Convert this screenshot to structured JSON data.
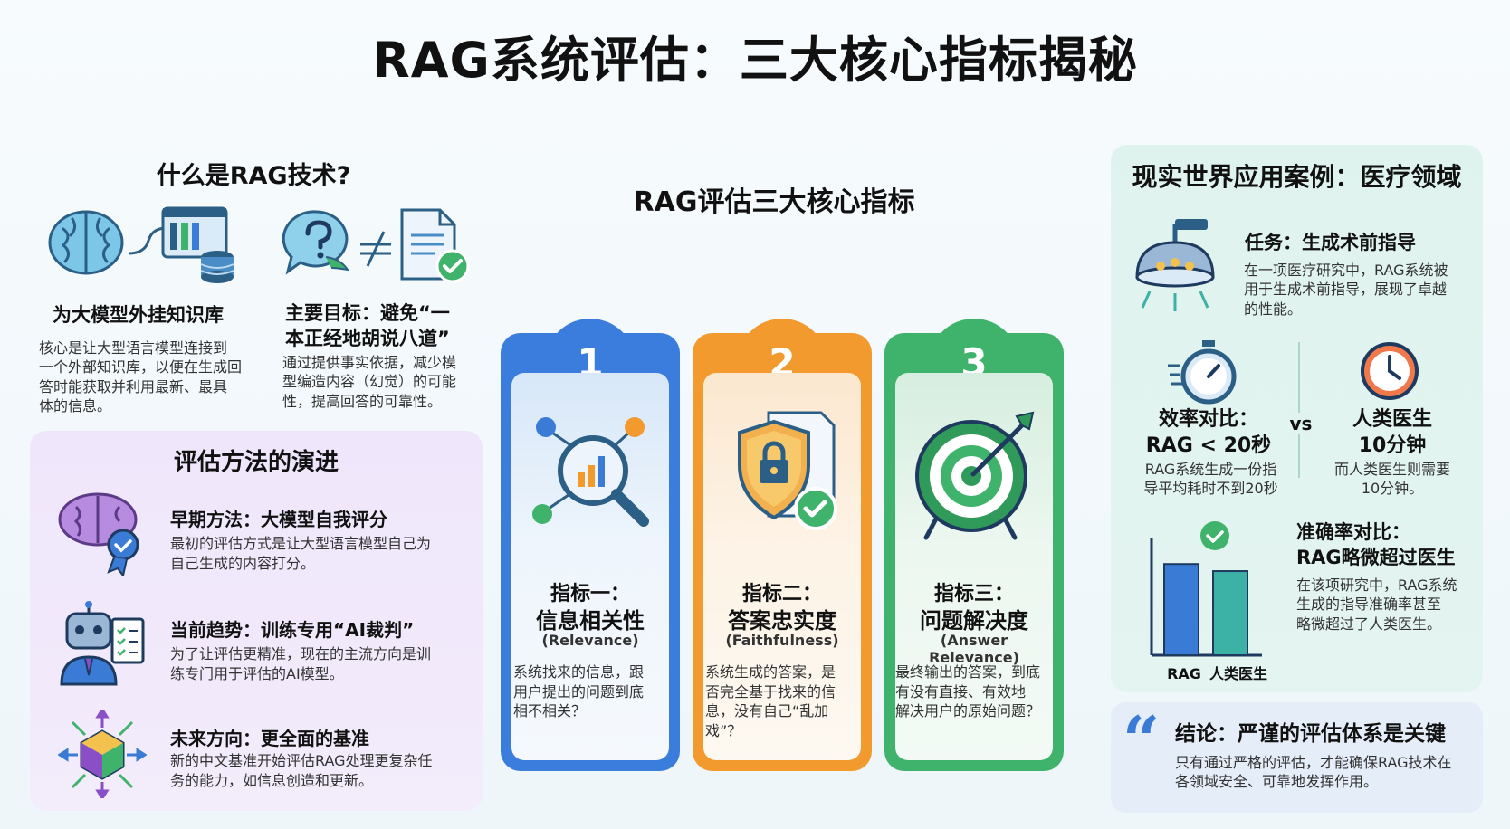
{
  "title": "RAG系统评估：三大核心指标揭秘",
  "what_is_rag": {
    "title": "什么是RAG技术?",
    "knowledge": {
      "heading": "为大模型外挂知识库",
      "body": [
        "核心是让大型语言模型连接到",
        "一个外部知识库，以便在生成回",
        "答时能获取并利用最新、最具",
        "体的信息。"
      ]
    },
    "goal": {
      "heading": [
        "主要目标：避免“一",
        "本正经地胡说八道”"
      ],
      "body": [
        "通过提供事实依据，减少模",
        "型编造内容（幻觉）的可能",
        "性，提高回答的可靠性。"
      ]
    }
  },
  "evolution": {
    "title": "评估方法的演进",
    "items": [
      {
        "heading": "早期方法：大模型自我评分",
        "body": [
          "最初的评估方式是让大型语言模型自己为",
          "自己生成的内容打分。"
        ]
      },
      {
        "heading": "当前趋势：训练专用“AI裁判”",
        "body": [
          "为了让评估更精准，现在的主流方向是训",
          "练专门用于评估的AI模型。"
        ]
      },
      {
        "heading": "未来方向：更全面的基准",
        "body": [
          "新的中文基准开始评估RAG处理更复杂任",
          "务的能力，如信息创造和更新。"
        ]
      }
    ]
  },
  "metrics": {
    "title": "RAG评估三大核心指标",
    "cards": [
      {
        "num": "1",
        "color": "#3b7ddd",
        "light": "#dbe9f8",
        "h1": "指标一：",
        "h2": "信息相关性",
        "en": "(Relevance)",
        "body": [
          "系统找来的信息，跟",
          "用户提出的问题到底",
          "相不相关？"
        ]
      },
      {
        "num": "2",
        "color": "#f29a2e",
        "light": "#fcebd5",
        "h1": "指标二：",
        "h2": "答案忠实度",
        "en": "(Faithfulness)",
        "body": [
          "系统生成的答案，是",
          "否完全基于找来的信",
          "息，没有自己“乱加",
          "戏”？"
        ]
      },
      {
        "num": "3",
        "color": "#3fb36b",
        "light": "#dcf1e4",
        "h1": "指标三：",
        "h2": "问题解决度",
        "en": "(Answer Relevance)",
        "body": [
          "最终输出的答案，到底",
          "有没有直接、有效地",
          "解决用户的原始问题？"
        ]
      }
    ]
  },
  "case": {
    "title": "现实世界应用案例：医疗领域",
    "task": {
      "heading": "任务：生成术前指导",
      "body": [
        "在一项医疗研究中，RAG系统被",
        "用于生成术前指导，展现了卓越",
        "的性能。"
      ]
    },
    "efficiency": {
      "left_h": [
        "效率对比：",
        "RAG < 20秒"
      ],
      "left_b": [
        "RAG系统生成一份指",
        "导平均耗时不到20秒"
      ],
      "vs": "vs",
      "right_h": [
        "人类医生",
        "10分钟"
      ],
      "right_b": [
        "而人类医生则需要",
        "10分钟。"
      ]
    },
    "accuracy": {
      "heading": [
        "准确率对比：",
        "RAG略微超过医生"
      ],
      "body": [
        "在该项研究中，RAG系统",
        "生成的指导准确率甚至",
        "略微超过了人类医生。"
      ],
      "bar_labels": [
        "RAG",
        "人类医生"
      ],
      "bar_values": [
        0.9,
        0.83
      ]
    },
    "colors": {
      "rag_bar": "#3a7bd5",
      "doctor_bar": "#3cb1a6"
    }
  },
  "conclusion": {
    "quote": "“",
    "heading": "结论：严谨的评估体系是关键",
    "body": [
      "只有通过严格的评估，才能确保RAG技术在",
      "各领域安全、可靠地发挥作用。"
    ]
  }
}
